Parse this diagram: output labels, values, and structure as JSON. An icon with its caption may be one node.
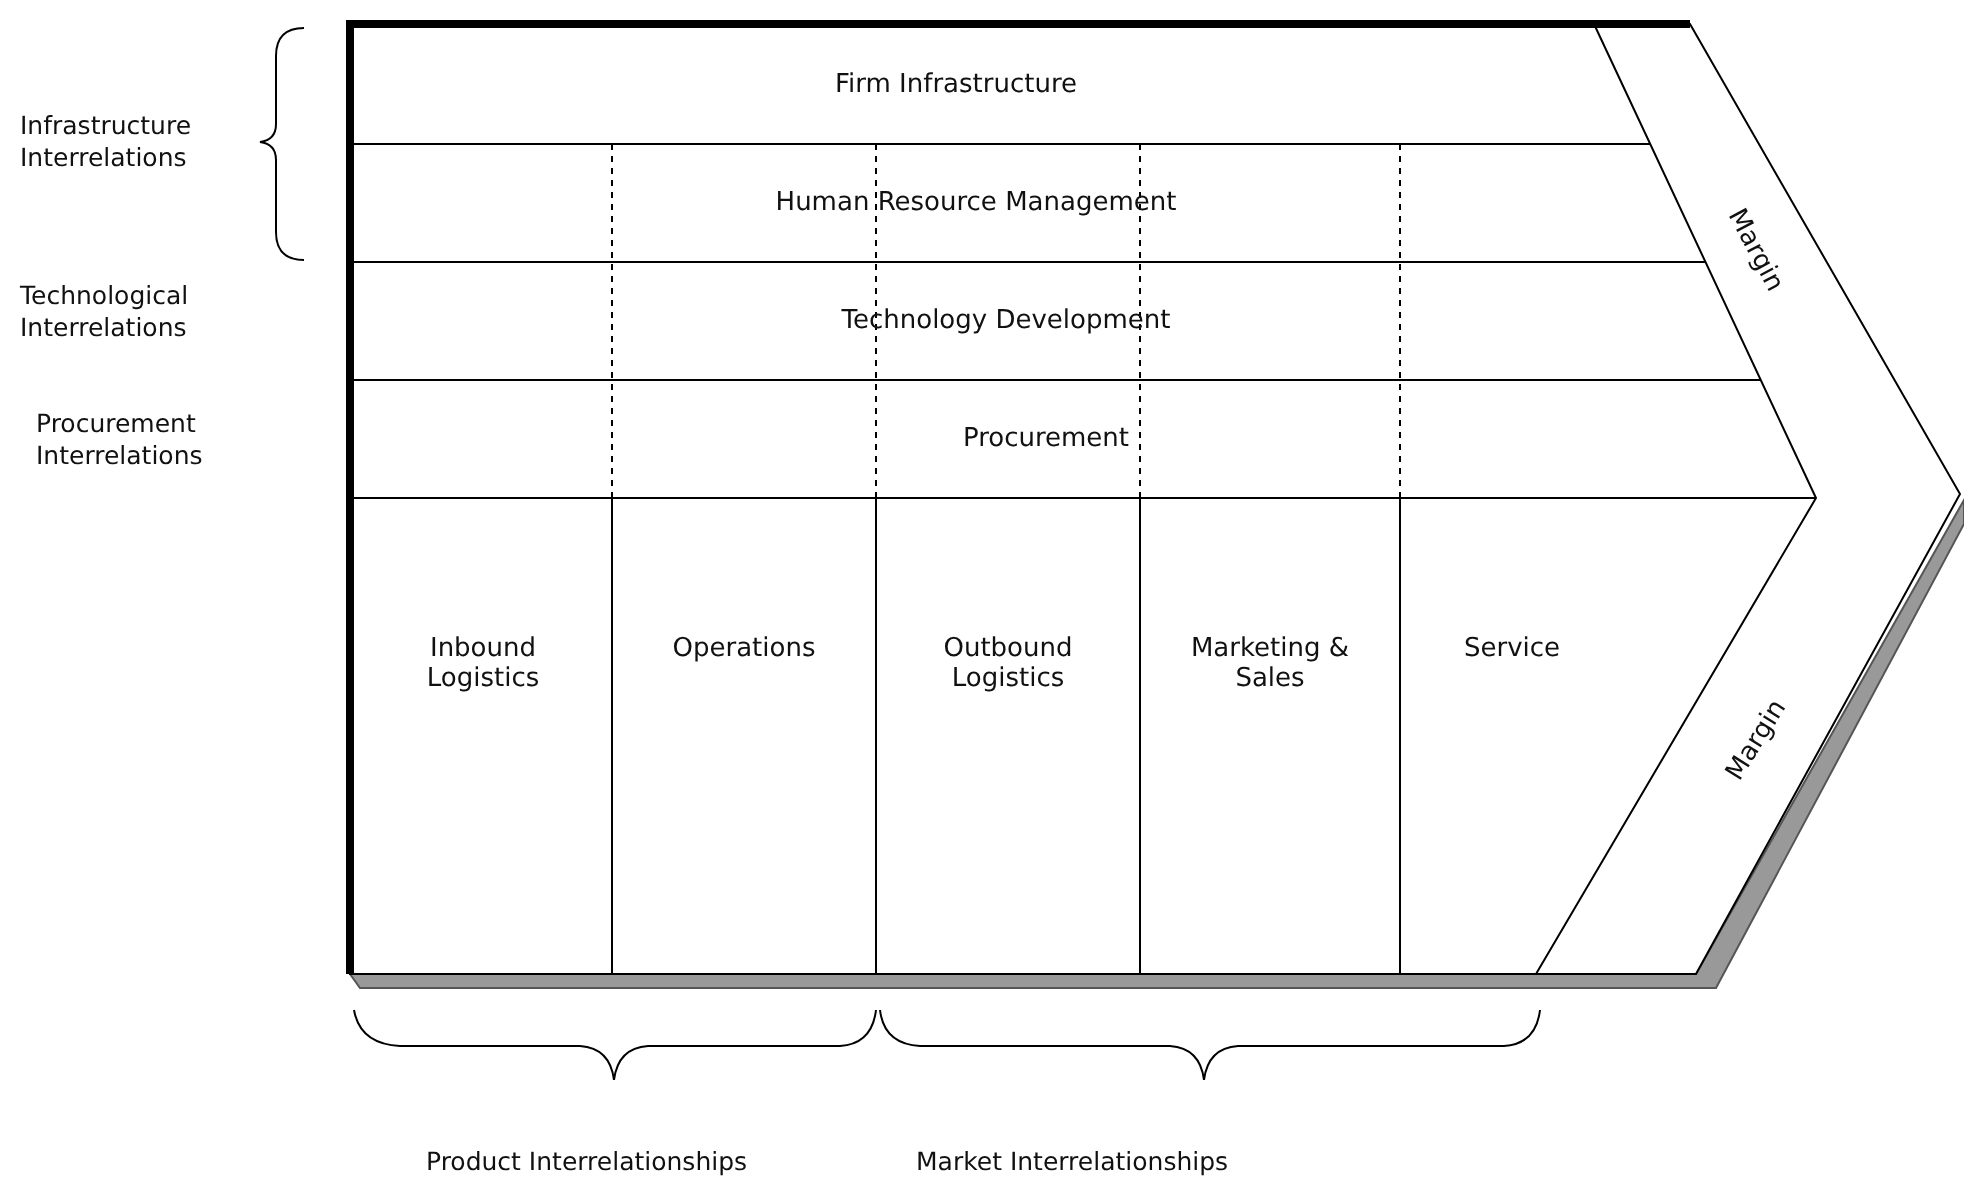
{
  "diagram": {
    "nodes": [
      {
        "text": [
          "Firm Infrastructure"
        ]
      },
      {
        "text": [
          "Human Resource Management"
        ]
      },
      {
        "text": [
          "Technology Development"
        ]
      },
      {
        "text": [
          "Procurement"
        ]
      },
      {
        "text": [
          "Inbound Logistics"
        ]
      },
      {
        "text": [
          "Operations"
        ]
      },
      {
        "text": [
          "Outbound Logistics"
        ]
      },
      {
        "text": [
          "Marketing & Sales"
        ]
      },
      {
        "text": [
          "Service"
        ]
      },
      {
        "text": [
          "Margin"
        ]
      },
      {
        "text": [
          "Margin"
        ]
      }
    ],
    "edges": [],
    "labels": [
      "Infrastructure Interrelations",
      "Technological Interrelations",
      "Procurement Interrelations",
      "Product Interrelationships",
      "Market Interrelationships"
    ]
  }
}
